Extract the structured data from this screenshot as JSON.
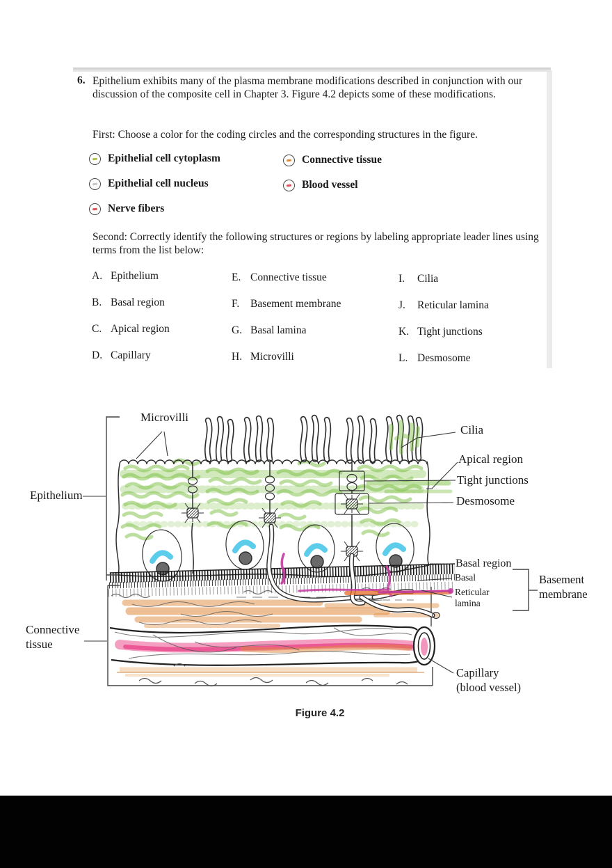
{
  "document": {
    "question": {
      "number": "6.",
      "text": "Epithelium exhibits many of the plasma membrane modifications described in conjunction with our discussion of the composite cell in Chapter 3. Figure 4.2 depicts some of these modifications."
    },
    "first_instruction": "First: Choose a color for the coding circles and the corresponding structures in the figure.",
    "second_instruction": "Second: Correctly identify the following structures or regions by labeling appropriate leader lines using terms from the list below:",
    "coding_circles": {
      "left": [
        {
          "label": "Epithelial cell cytoplasm",
          "mark_style": "background:#b5c24a"
        },
        {
          "label": "Epithelial cell nucleus",
          "mark_style": "background:#c6c6c6"
        },
        {
          "label": "Nerve fibers",
          "mark_style": "background:#d95454"
        }
      ],
      "right": [
        {
          "label": "Connective tissue",
          "mark_style": "background:#dd8a3a"
        },
        {
          "label": "Blood vessel",
          "mark_style": "background:#d9545f"
        }
      ]
    },
    "term_list": {
      "col1": [
        {
          "letter": "A.",
          "term": "Epithelium"
        },
        {
          "letter": "B.",
          "term": "Basal region"
        },
        {
          "letter": "C.",
          "term": "Apical region"
        },
        {
          "letter": "D.",
          "term": "Capillary"
        }
      ],
      "col2": [
        {
          "letter": "E.",
          "term": "Connective tissue"
        },
        {
          "letter": "F.",
          "term": "Basement membrane"
        },
        {
          "letter": "G.",
          "term": "Basal lamina"
        },
        {
          "letter": "H.",
          "term": "Microvilli"
        }
      ],
      "col3": [
        {
          "letter": "I.",
          "term": "Cilia"
        },
        {
          "letter": "J.",
          "term": "Reticular lamina"
        },
        {
          "letter": "K.",
          "term": "Tight junctions"
        },
        {
          "letter": "L.",
          "term": "Desmosome"
        }
      ]
    }
  },
  "figure": {
    "caption": "Figure 4.2",
    "labels": {
      "microvilli": "Microvilli",
      "cilia": "Cilia",
      "apical_region": "Apical region",
      "tight_junctions": "Tight junctions",
      "desmosome": "Desmosome",
      "basal_region": "Basal region",
      "basal": "Basal",
      "reticular_lamina": "Reticular lamina",
      "basement_membrane": "Basement membrane",
      "epithelium": "Epithelium",
      "connective_tissue": "Connective tissue",
      "capillary": "Capillary",
      "capillary_sub": "(blood vessel)"
    },
    "colors": {
      "cytoplasm_green": "#7cbf42",
      "nucleus_cyan": "#3fc3e8",
      "nucleolus_gray": "#6a6a6a",
      "connective_orange": "#e08a3c",
      "vessel_pink": "#ea3f86",
      "nerve_magenta": "#c23ba0"
    }
  }
}
